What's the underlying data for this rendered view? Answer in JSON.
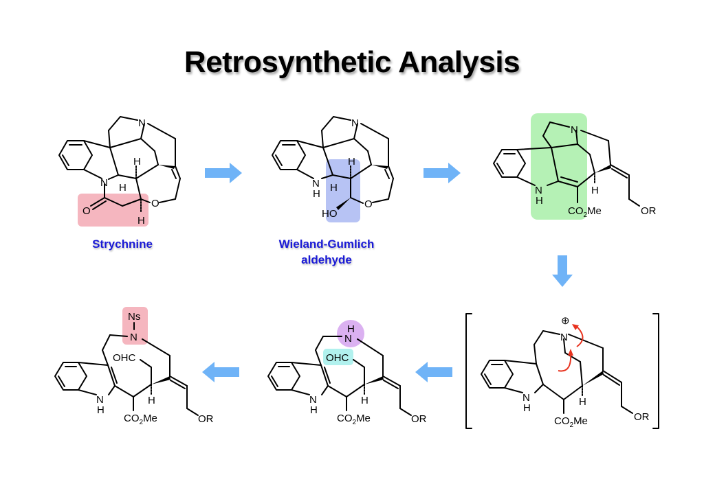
{
  "title": "Retrosynthetic Analysis",
  "colors": {
    "caption": "#1a1ad6",
    "arrow": "#6fb3f7",
    "highlight_pink": "#f3a9b4",
    "highlight_blue": "#aab8f2",
    "highlight_green": "#a8eea8",
    "highlight_purple": "#d7a8f0",
    "highlight_cyan": "#a8f0ec",
    "electron_arrow": "#e8321e"
  },
  "structures": [
    {
      "id": "strychnine",
      "caption": "Strychnine",
      "atom_labels": {
        "n1": "N",
        "n2": "N",
        "o1": "O",
        "o2": "O",
        "h1": "H",
        "h2": "H",
        "h3": "H"
      },
      "highlight": "pink"
    },
    {
      "id": "wieland-gumlich",
      "caption_line1": "Wieland-Gumlich",
      "caption_line2": "aldehyde",
      "atom_labels": {
        "n1": "N",
        "nh": "N",
        "nh_h": "H",
        "h1": "H",
        "h2": "H",
        "ho": "HO",
        "o": "O"
      },
      "highlight": "blue"
    },
    {
      "id": "intermediate-3",
      "atom_labels": {
        "n1": "N",
        "nh": "N",
        "nh_h": "H",
        "h1": "H",
        "ester": "CO",
        "ester_sub": "2",
        "ester_me": "Me",
        "or": "OR"
      },
      "highlight": "green"
    },
    {
      "id": "iminium-intermediate",
      "atom_labels": {
        "charge": "⊕",
        "n1": "N",
        "nh": "N",
        "nh_h": "H",
        "h1": "H",
        "ester": "CO",
        "ester_sub": "2",
        "ester_me": "Me",
        "or": "OR"
      },
      "bracketed": true
    },
    {
      "id": "amine-aldehyde",
      "atom_labels": {
        "nh_top_h": "H",
        "n1": "N",
        "ohc": "OHC",
        "nh": "N",
        "nh_h": "H",
        "h1": "H",
        "ester": "CO",
        "ester_sub": "2",
        "ester_me": "Me",
        "or": "OR"
      },
      "highlight": "purple-cyan"
    },
    {
      "id": "nosyl-amide",
      "atom_labels": {
        "ns": "Ns",
        "n1": "N",
        "ohc": "OHC",
        "nh": "N",
        "nh_h": "H",
        "h1": "H",
        "ester": "CO",
        "ester_sub": "2",
        "ester_me": "Me",
        "or": "OR"
      },
      "highlight": "pink"
    }
  ],
  "arrows": [
    {
      "id": "arrow-1-2",
      "direction": "right"
    },
    {
      "id": "arrow-2-3",
      "direction": "right"
    },
    {
      "id": "arrow-3-4",
      "direction": "down"
    },
    {
      "id": "arrow-4-5",
      "direction": "left"
    },
    {
      "id": "arrow-5-6",
      "direction": "left"
    }
  ]
}
